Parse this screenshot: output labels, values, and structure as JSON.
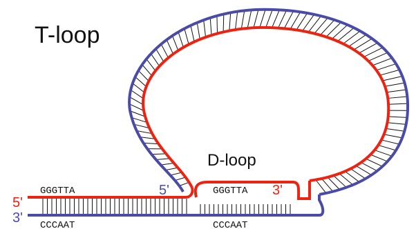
{
  "colors": {
    "strand_blue": "#4a4aa8",
    "strand_red": "#ee2211",
    "rung": "#111111",
    "label_text": "#111111"
  },
  "labels": {
    "t_loop": "T-loop",
    "d_loop": "D-loop",
    "seq_top_left": "GGGTTA",
    "seq_top_mid": "GGGTTA",
    "seq_bottom_left": "CCCAAT",
    "seq_bottom_mid": "CCCAAT",
    "end_5_red": "5'",
    "end_3_blue": "3'",
    "end_5_blue": "5'",
    "end_3_red": "3'"
  }
}
